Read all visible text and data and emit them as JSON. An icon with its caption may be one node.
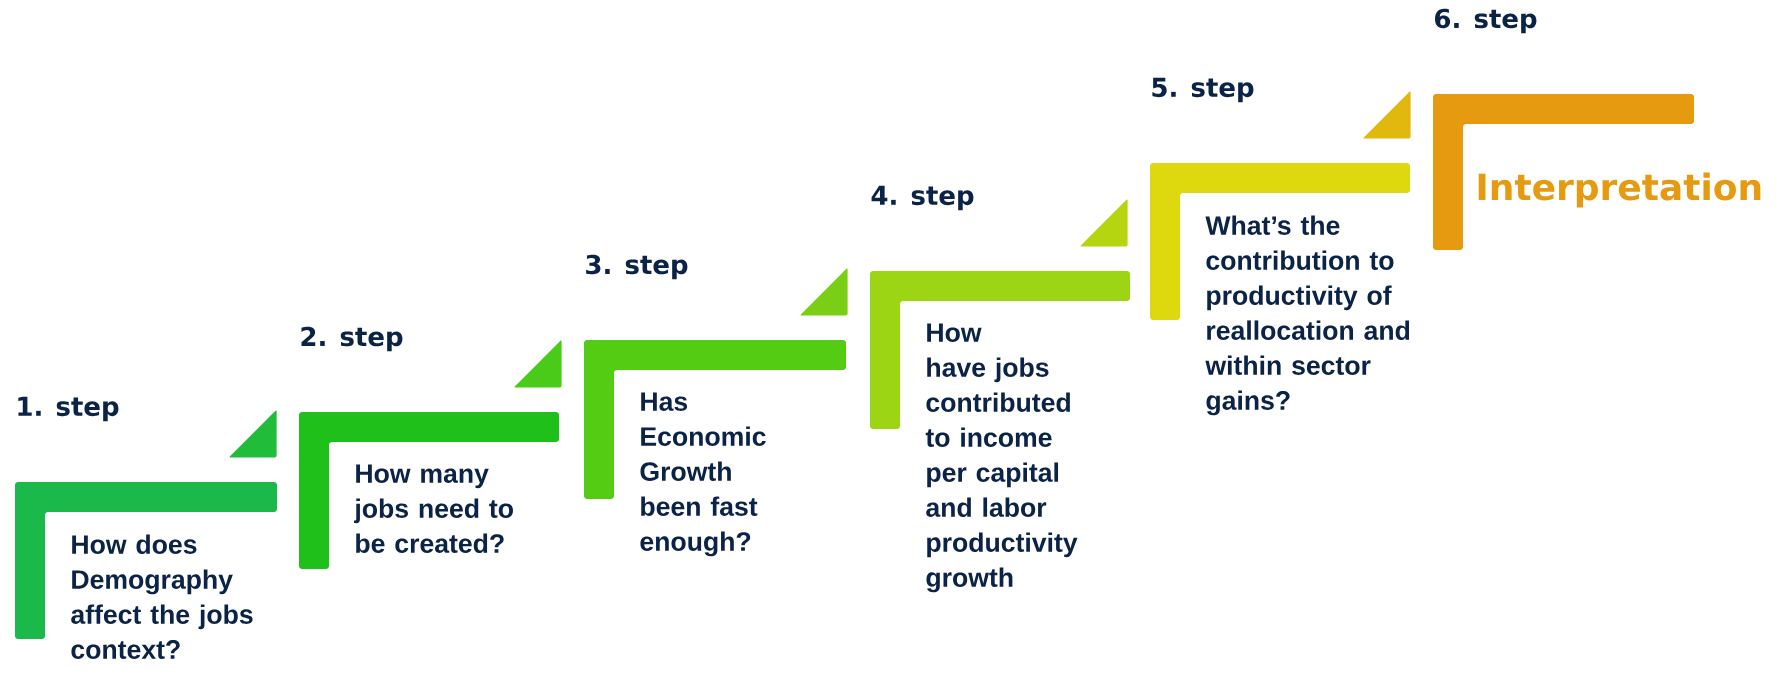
{
  "diagram": {
    "nodes": [
      {
        "text": [
          "1. step",
          "How does Demography affect the jobs context?"
        ]
      },
      {
        "text": [
          "2. step",
          "How many jobs need to be created?"
        ]
      },
      {
        "text": [
          "3. step",
          "Has Economic Growth been fast enough?"
        ]
      },
      {
        "text": [
          "4. step",
          "How have jobs contributed to income per capital and labor productivity growth"
        ]
      },
      {
        "text": [
          "5. step",
          "What’s the contribution to productivity of reallocation and within sector gains?"
        ]
      },
      {
        "text": [
          "6. step",
          "Interpretation"
        ]
      }
    ],
    "edges": [
      {
        "from": 0,
        "to": 1,
        "arrow": "none"
      },
      {
        "from": 1,
        "to": 2,
        "arrow": "none"
      },
      {
        "from": 2,
        "to": 3,
        "arrow": "none"
      },
      {
        "from": 3,
        "to": 4,
        "arrow": "none"
      },
      {
        "from": 4,
        "to": 5,
        "arrow": "none"
      }
    ]
  }
}
